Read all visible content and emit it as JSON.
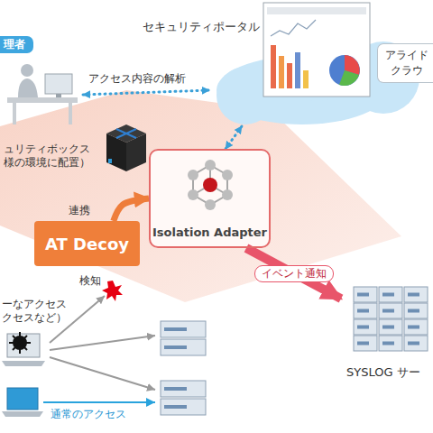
{
  "diagram": {
    "nodes": [
      {
        "text": [
          "理者"
        ]
      },
      {
        "text": [
          "アライド クラウ"
        ]
      },
      {
        "text": [
          "セキュリティポータル"
        ]
      },
      {
        "text": [
          "ュリティボックス",
          "様の環境に配置）"
        ]
      },
      {
        "text": [
          "Isolation Adapter"
        ]
      },
      {
        "text": [
          "AT Decoy"
        ]
      },
      {
        "text": [
          "ーなアクセス クセスなど）"
        ]
      },
      {
        "text": [
          "SYSLOG サー"
        ]
      }
    ],
    "edges": [
      {
        "from": 0,
        "to": 1,
        "label": "アクセス内容の解析",
        "arrow": "both"
      },
      {
        "from": 1,
        "to": 4,
        "arrow": "both"
      },
      {
        "from": 5,
        "to": 4,
        "label": "連携",
        "arrow": "to"
      },
      {
        "from": 4,
        "to": 7,
        "label": "イベント通知",
        "arrow": "to"
      }
    ],
    "labels": [
      "検知",
      "通常のアクセス"
    ]
  }
}
